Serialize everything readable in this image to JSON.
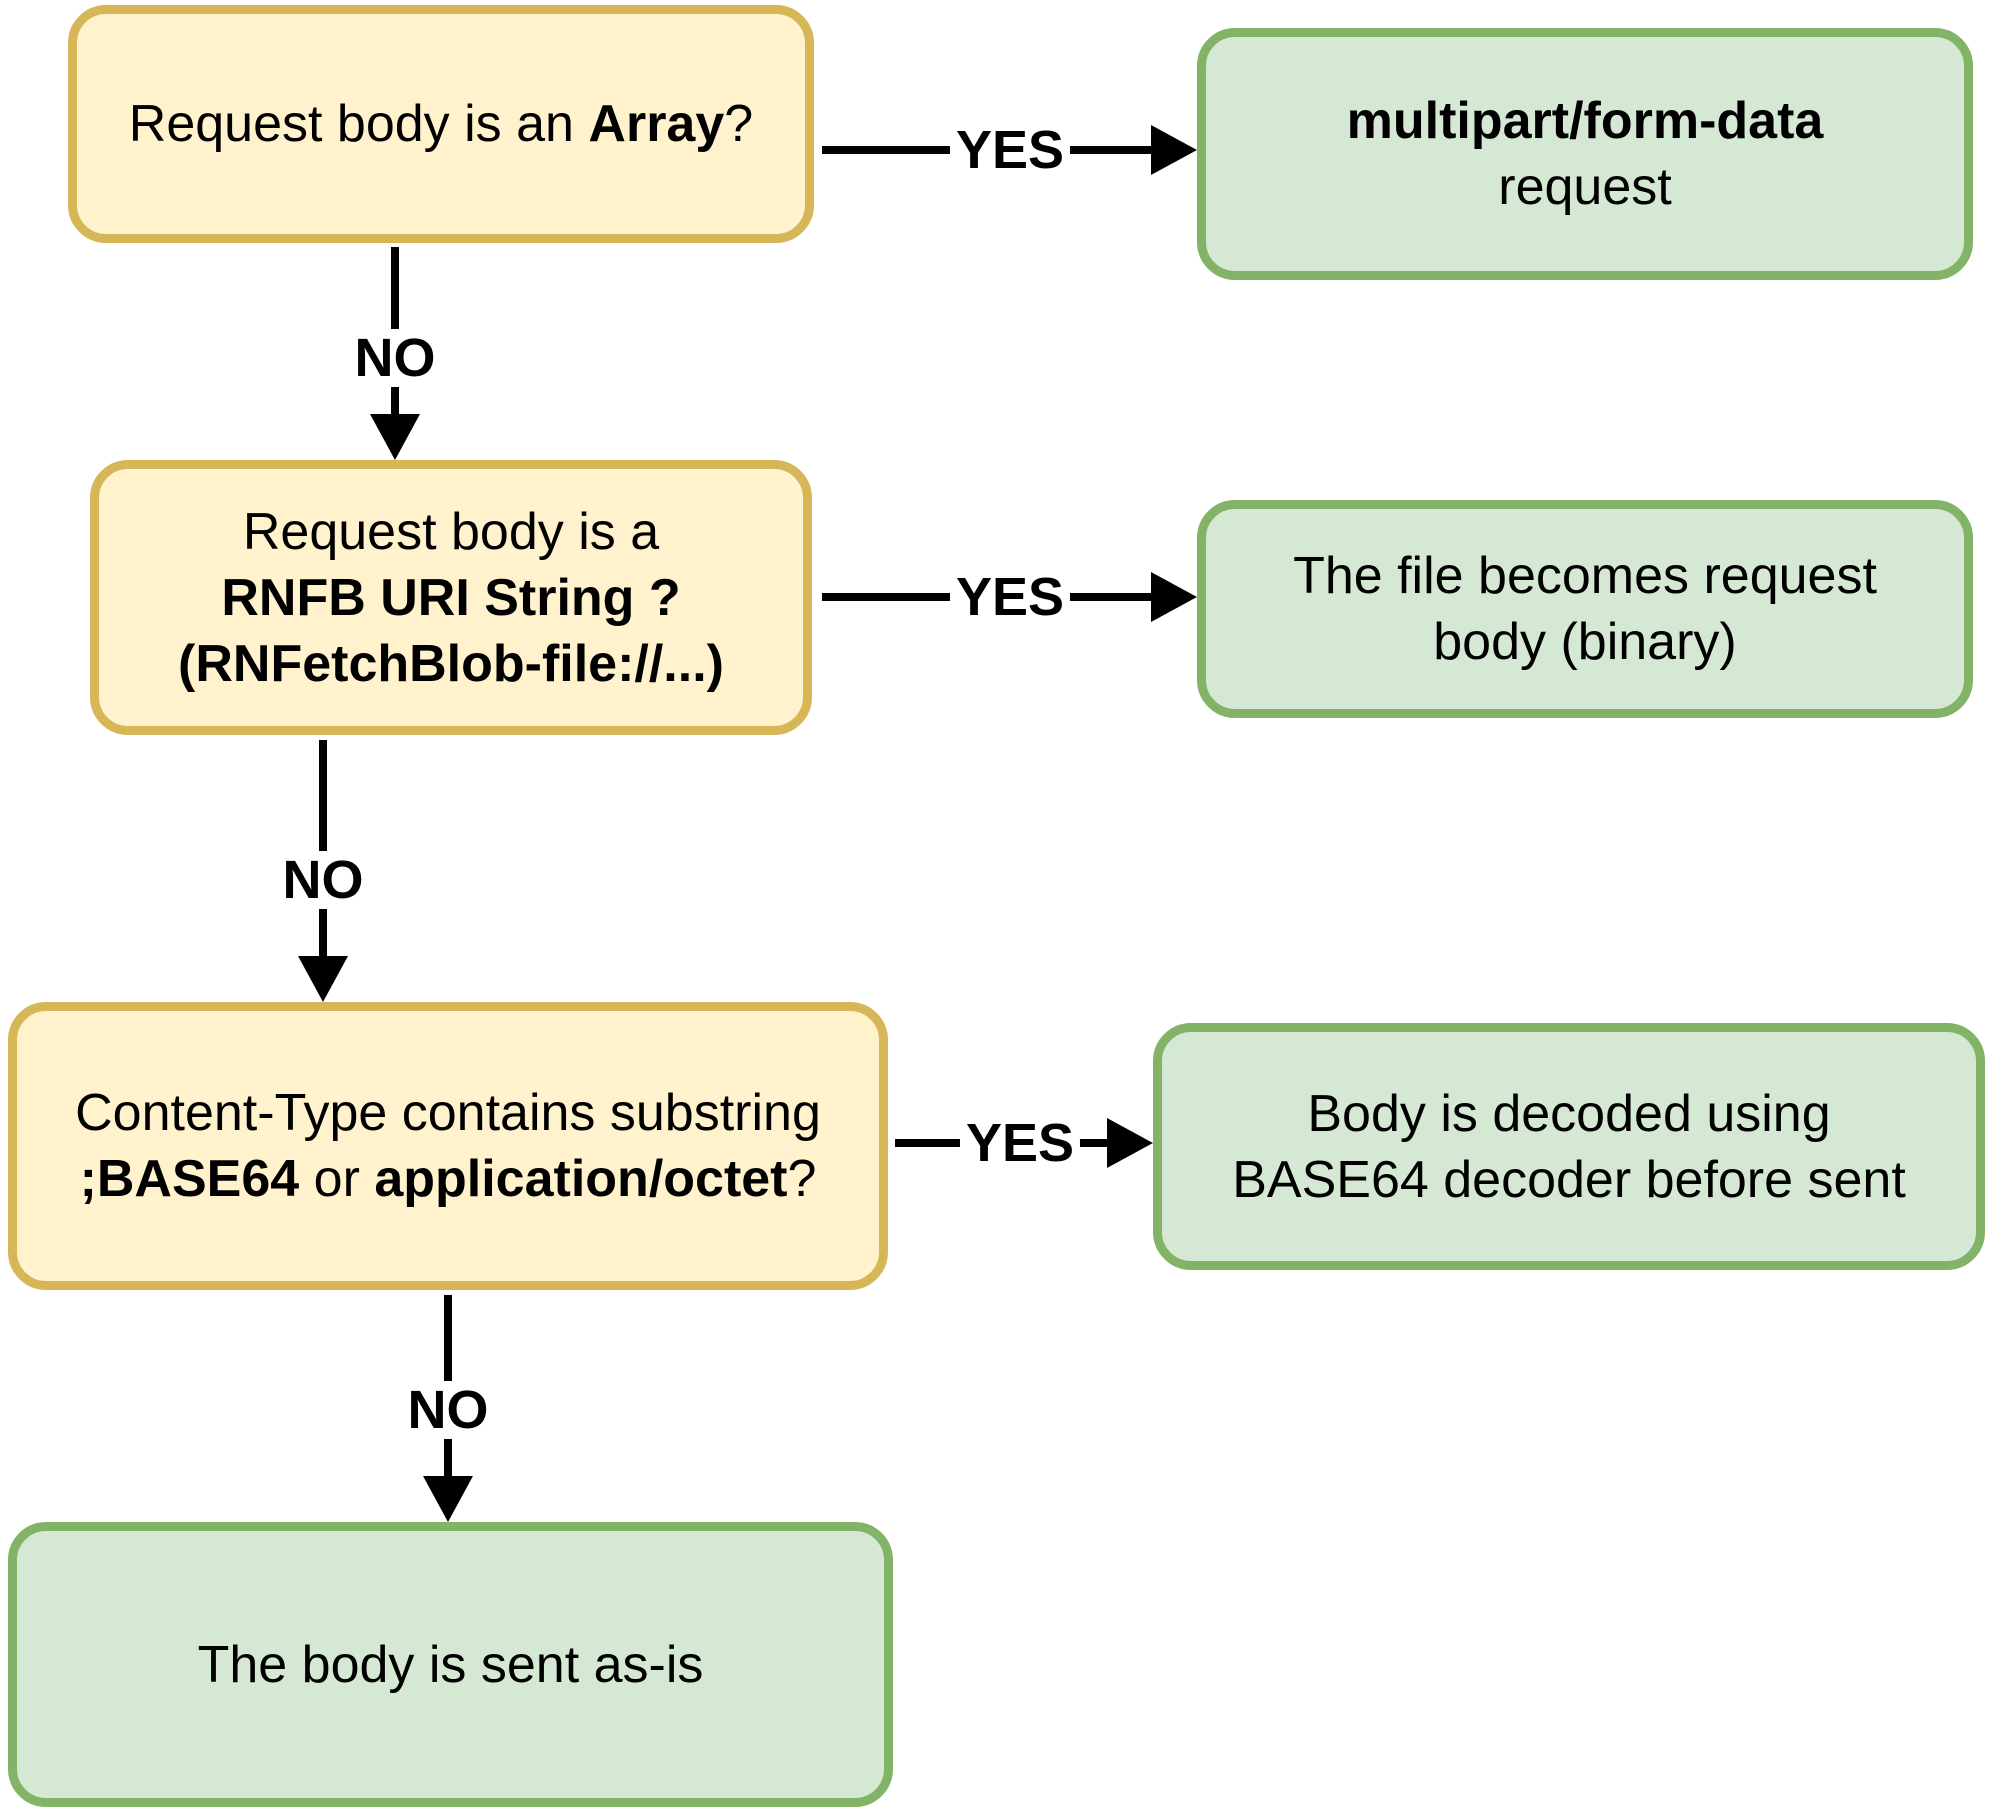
{
  "palette": {
    "background": "#FFFFFF",
    "question_fill": "#FFF2CC",
    "question_stroke": "#D6B656",
    "result_fill": "#D5E8D4",
    "result_stroke": "#82B366",
    "connector_color": "#000000",
    "text_color": "#000000"
  },
  "nodes": {
    "q_array": {
      "kind": "question",
      "lines": [
        [
          {
            "t": "Request body is an "
          },
          {
            "t": "Array",
            "bold": true
          },
          {
            "t": "?"
          }
        ]
      ]
    },
    "r_multipart": {
      "kind": "result",
      "lines": [
        [
          {
            "t": "multipart/form-data",
            "bold": true
          }
        ],
        [
          {
            "t": "request"
          }
        ]
      ]
    },
    "q_rnfb": {
      "kind": "question",
      "lines": [
        [
          {
            "t": "Request body is a"
          }
        ],
        [
          {
            "t": "RNFB URI String ?",
            "bold": true
          }
        ],
        [
          {
            "t": "(RNFetchBlob-file://...)",
            "bold": true
          }
        ]
      ]
    },
    "r_file": {
      "kind": "result",
      "lines": [
        [
          {
            "t": "The file becomes request"
          }
        ],
        [
          {
            "t": "body (binary)"
          }
        ]
      ]
    },
    "q_base64": {
      "kind": "question",
      "lines": [
        [
          {
            "t": "Content-Type contains substring"
          }
        ],
        [
          {
            "t": ";BASE64",
            "bold": true
          },
          {
            "t": " or "
          },
          {
            "t": "application/octet",
            "bold": true
          },
          {
            "t": "?"
          }
        ]
      ]
    },
    "r_decoded": {
      "kind": "result",
      "lines": [
        [
          {
            "t": "Body is decoded using"
          }
        ],
        [
          {
            "t": "BASE64 decoder before sent"
          }
        ]
      ]
    },
    "r_asis": {
      "kind": "result",
      "lines": [
        [
          {
            "t": "The body is sent as-is"
          }
        ]
      ]
    }
  },
  "edges": {
    "yes_label": "YES",
    "no_label": "NO"
  }
}
